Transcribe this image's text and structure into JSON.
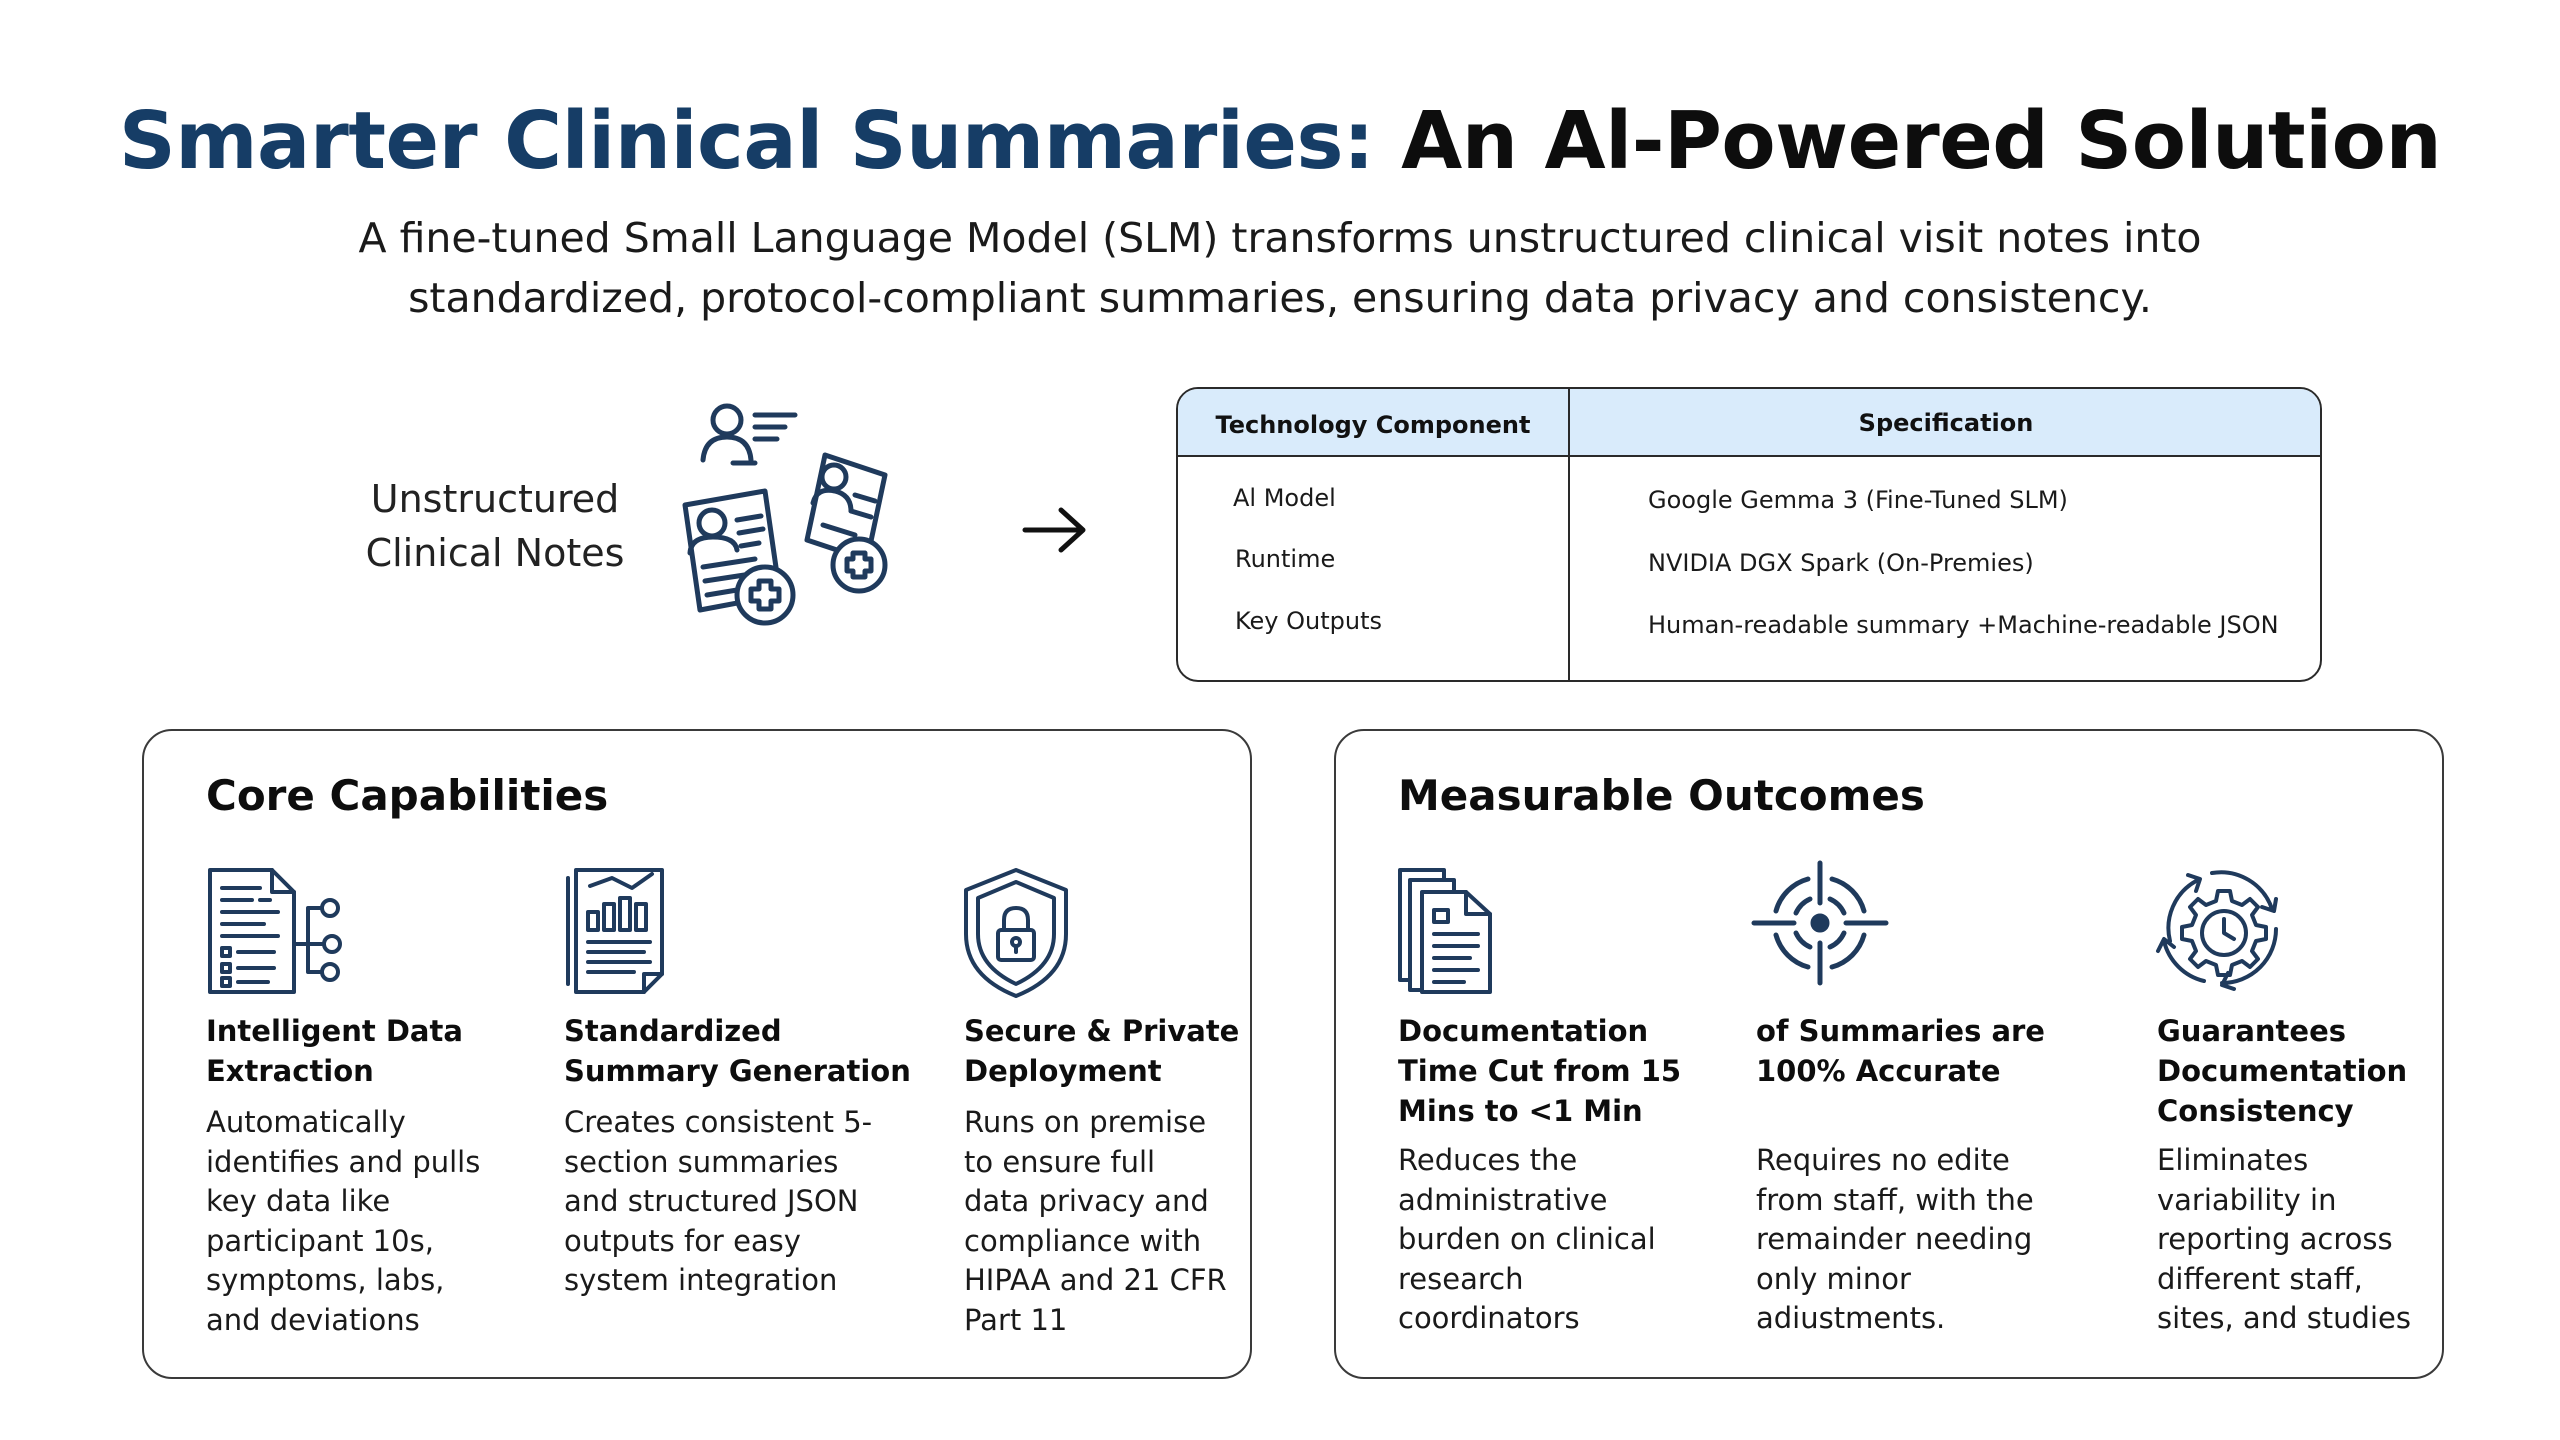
{
  "header": {
    "title_part1": "Smarter Clinical Summaries:",
    "title_part2": " An Al-Powered Solution",
    "subtitle_line1": "A fine-tuned Small Language Model (SLM) transforms unstructured clinical visit notes into",
    "subtitle_line2": "standardized, protocol-compliant summaries, ensuring data privacy and consistency."
  },
  "input": {
    "label_line1": "Unstructured",
    "label_line2": "Clinical Notes",
    "icon": "clinical-documents-icon",
    "arrow_icon": "arrow-right-icon"
  },
  "tech_table": {
    "headers": [
      "Technology Component",
      "Specification"
    ],
    "rows": [
      {
        "component": "Al Model",
        "spec": "Google Gemma 3 (Fine-Tuned SLM)"
      },
      {
        "component": "Runtime",
        "spec": "NVIDIA DGX Spark (On-Premies)"
      },
      {
        "component": "Key Outputs",
        "spec": "Human-readable summary +Machine-readable JSON"
      }
    ],
    "header_color": "#d9ebfb"
  },
  "core": {
    "title": "Core Capabilities",
    "items": [
      {
        "icon": "data-extraction-icon",
        "head": [
          "Intelligent Data",
          "Extraction"
        ],
        "body": [
          "Automatically",
          "identifies and pulls",
          "key data like",
          "participant 10s,",
          "symptoms, labs,",
          "and deviations"
        ]
      },
      {
        "icon": "report-chart-icon",
        "head": [
          "Standardized",
          "Summary Generation"
        ],
        "body": [
          "Creates consistent 5-",
          "section summaries",
          "and structured JSON",
          "outputs for easy",
          "system integration"
        ]
      },
      {
        "icon": "shield-lock-icon",
        "head": [
          "Secure & Private",
          "Deployment"
        ],
        "body": [
          "Runs on premise",
          "to ensure full",
          "data privacy and",
          "compliance with",
          "HIPAA and 21 CFR",
          "Part 11"
        ]
      }
    ]
  },
  "outcomes": {
    "title": "Measurable Outcomes",
    "items": [
      {
        "icon": "stacked-documents-icon",
        "head": [
          "Documentation",
          "Time Cut from 15",
          "Mins to <1 Min"
        ],
        "body": [
          "Reduces the",
          "administrative",
          "burden on clinical",
          "research",
          "coordinators"
        ]
      },
      {
        "icon": "target-icon",
        "head": [
          "of Summaries are",
          "100% Accurate"
        ],
        "body": [
          "Requires no edite",
          "from staff, with the",
          "remainder needing",
          "only minor",
          "adiustments."
        ]
      },
      {
        "icon": "gear-cycle-icon",
        "head": [
          "Guarantees",
          "Documentation",
          "Consistency"
        ],
        "body": [
          "Eliminates",
          "variability in",
          "reporting across",
          "different staff,",
          "sites, and studies"
        ]
      }
    ]
  },
  "colors": {
    "title_accent": "#163d66",
    "icon_stroke": "#1f3a5c"
  }
}
